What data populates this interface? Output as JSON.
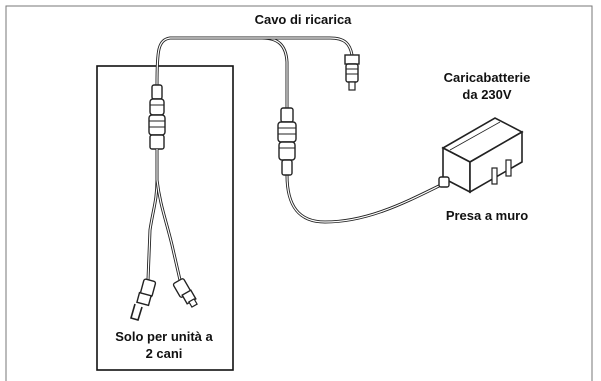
{
  "labels": {
    "charging_cable": "Cavo di ricarica",
    "charger_line1": "Caricabatterie",
    "charger_line2": "da 230V",
    "wall_socket": "Presa a muro",
    "two_dog_line1": "Solo per unità a",
    "two_dog_line2": "2 cani"
  }
}
